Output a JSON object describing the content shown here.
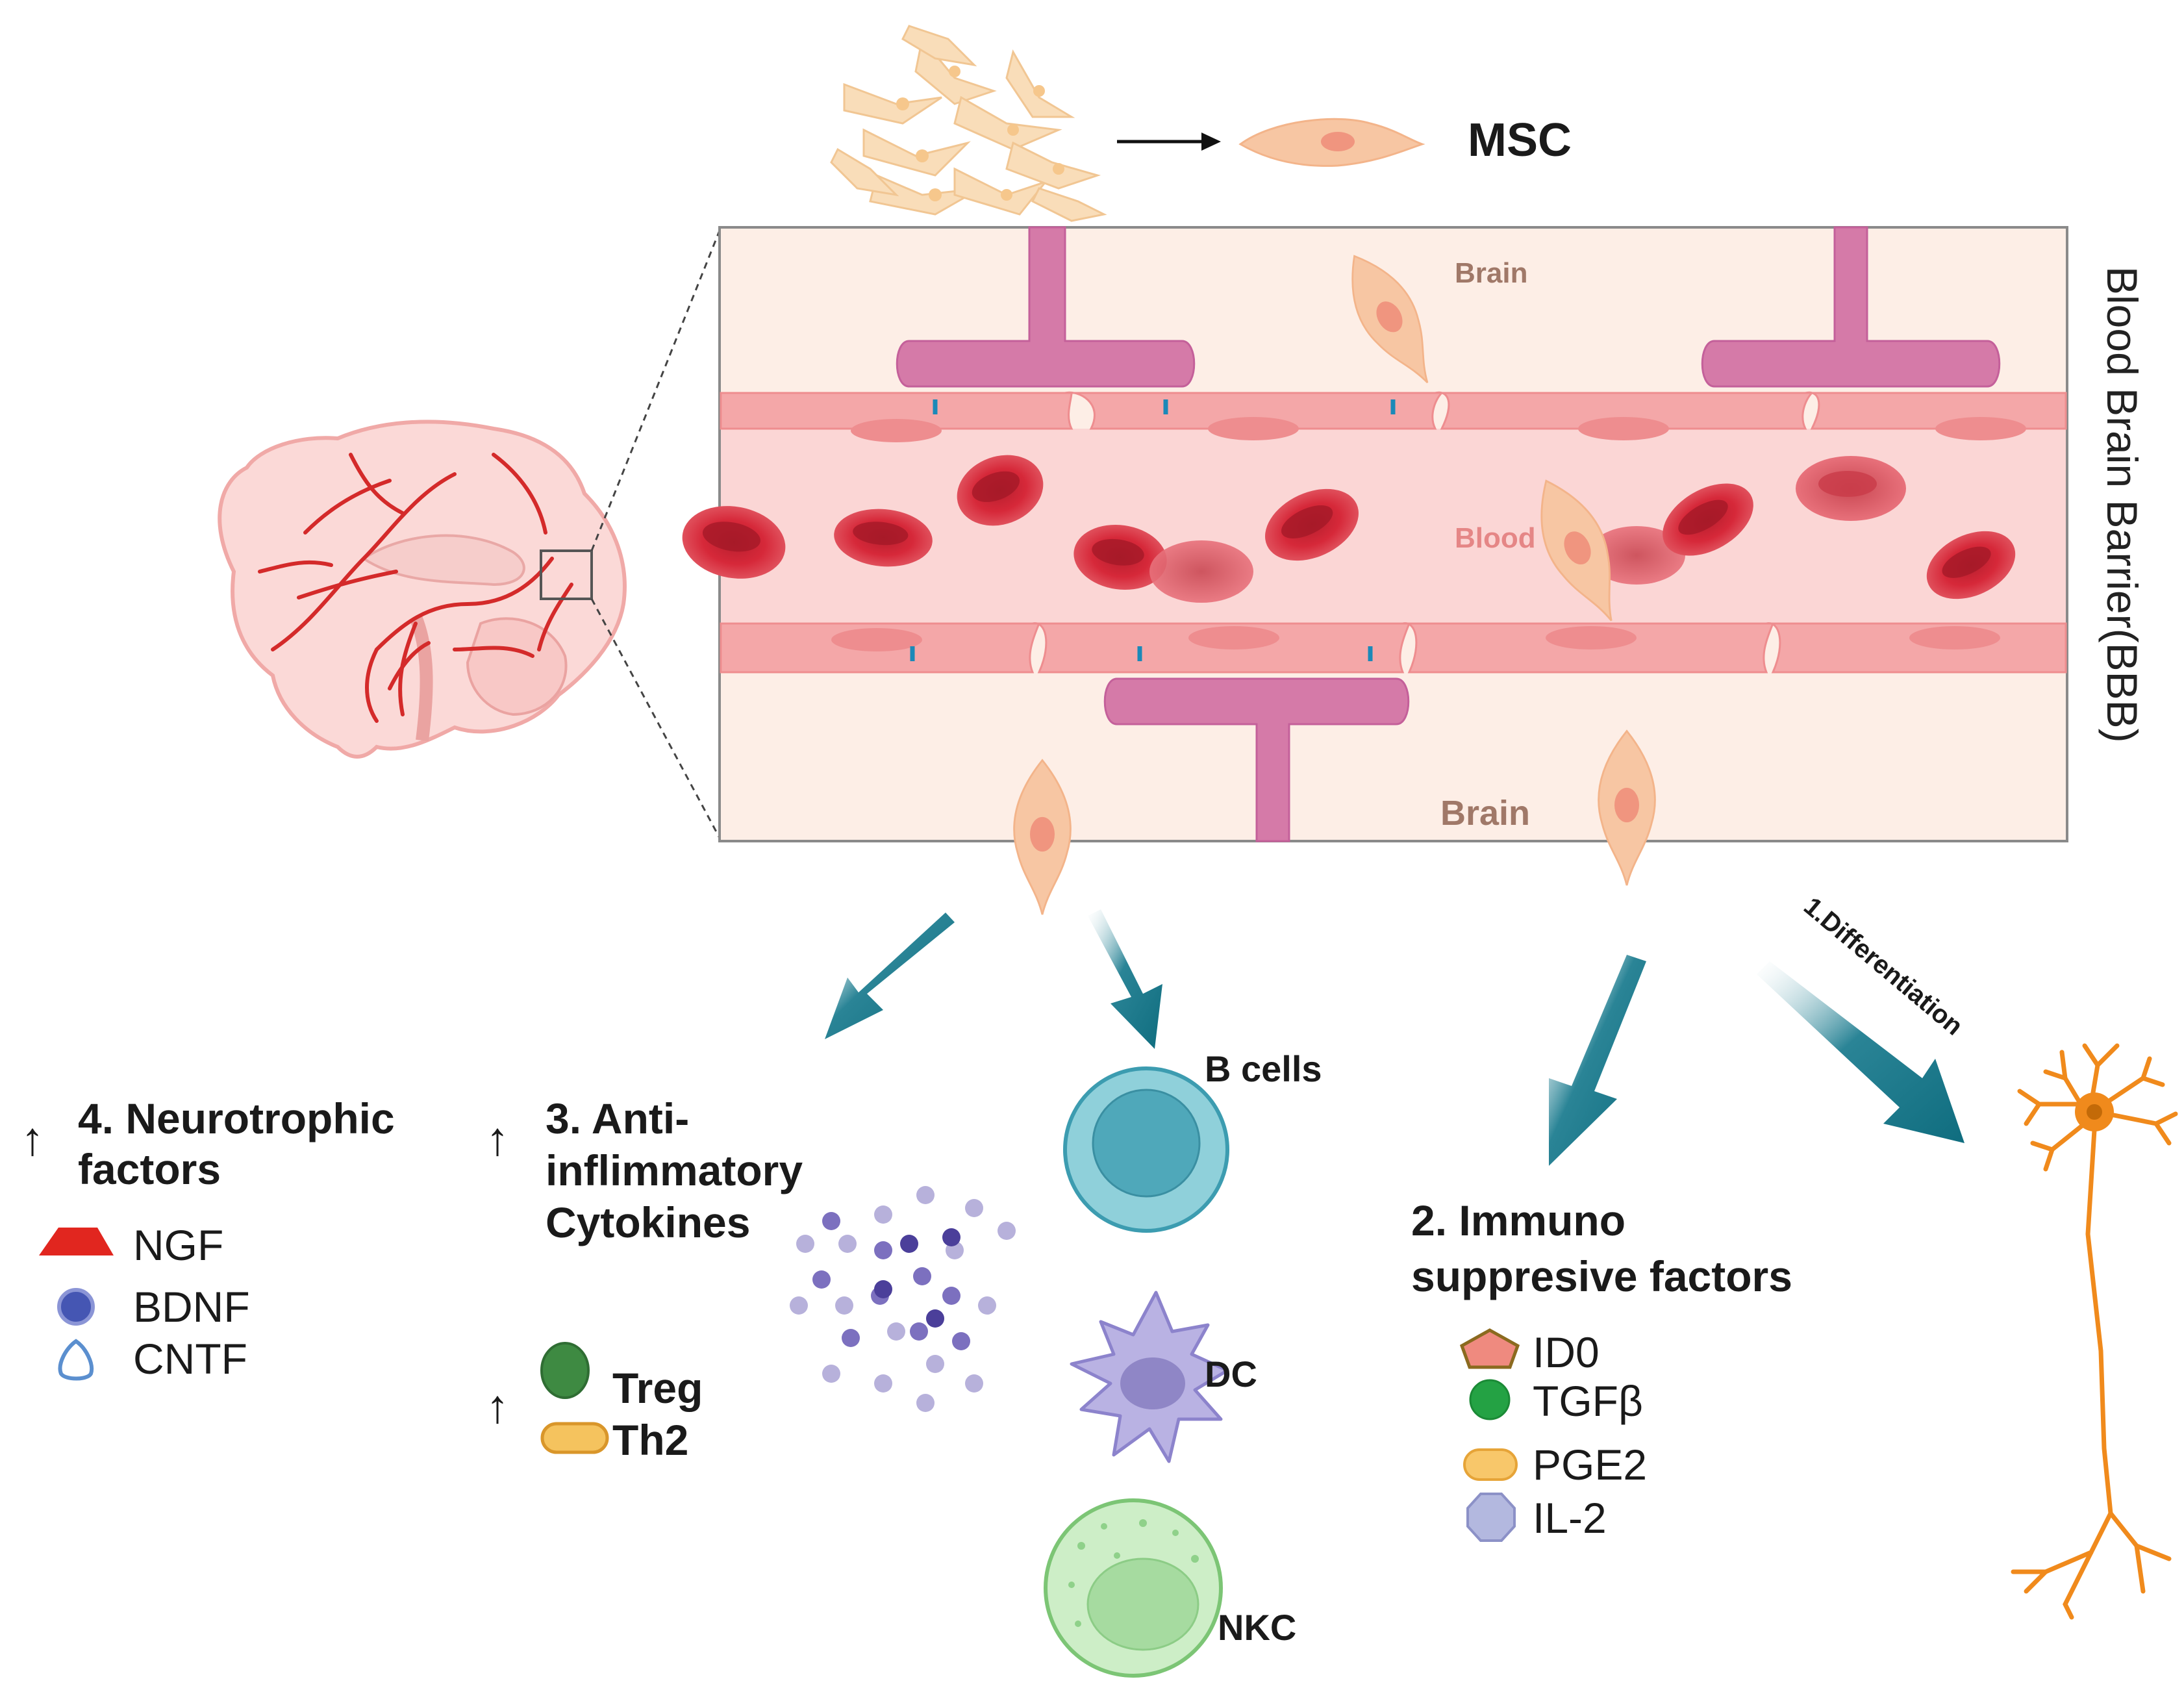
{
  "header": {
    "msc_label": "MSC"
  },
  "bbb": {
    "title": "Blood Brain Barrier(BBB)",
    "brain_top": "Brain",
    "blood": "Blood",
    "brain_bottom": "Brain"
  },
  "differentiation_label": "1.Differentiation",
  "immune_cells": {
    "b_cells": "B cells",
    "dc": "DC",
    "nkc": "NKC"
  },
  "neurotrophic": {
    "arrow": "↑",
    "title_line1": "4. Neurotrophic",
    "title_line2": "factors",
    "items": [
      "NGF",
      "BDNF",
      "CNTF"
    ]
  },
  "anti_inflammatory": {
    "arrow": "↑",
    "title_line1": "3. Anti-",
    "title_line2": "inflimmatory",
    "title_line3": "Cytokines"
  },
  "t_cells": {
    "arrow": "↑",
    "items": [
      "Treg",
      "Th2"
    ]
  },
  "immunosuppressive": {
    "title_line1": "2. Immuno",
    "title_line2": "suppresive factors",
    "items": [
      "ID0",
      "TGFβ",
      "PGE2",
      "IL-2"
    ]
  },
  "colors": {
    "vessel_wall": "#f4a7a8",
    "astrocyte": "#d57aa8",
    "rbc": "#d62839",
    "msc": "#f7c6a3",
    "arrow_teal": "#0f6d7f",
    "neuron": "#f08a1c",
    "b_cell": "#7dc7d3",
    "dc": "#b3acdf",
    "nkc": "#b8e6b0"
  }
}
